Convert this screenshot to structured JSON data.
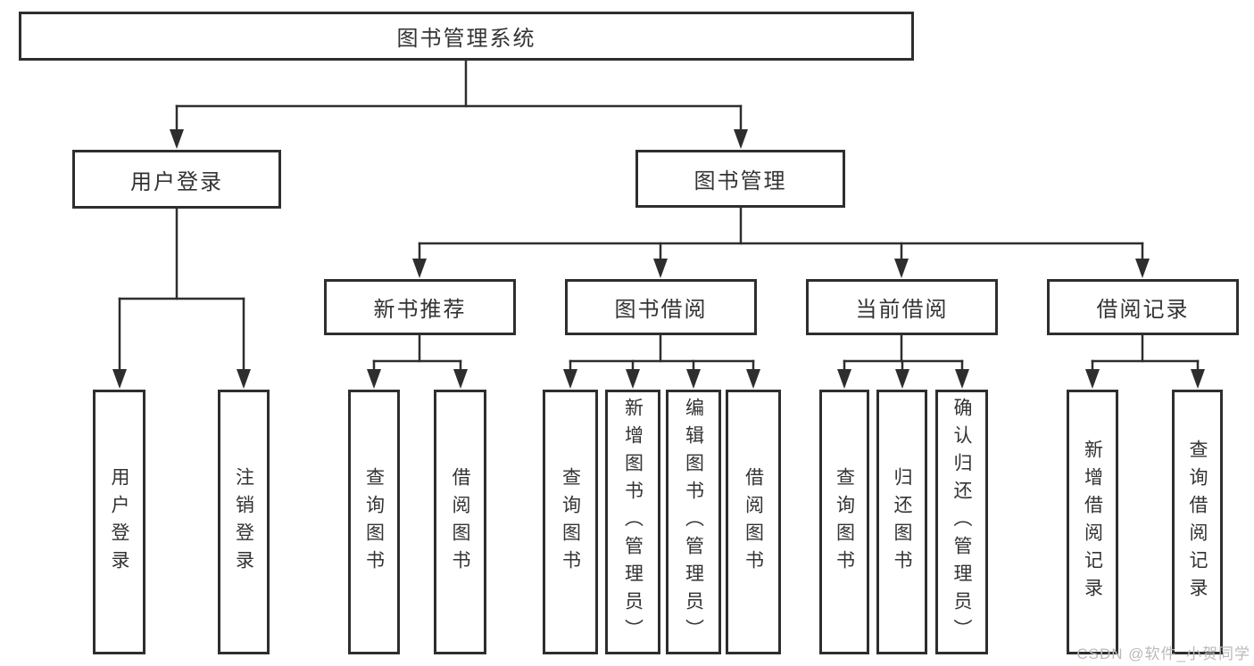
{
  "diagram": {
    "root": {
      "label": "图书管理系统"
    },
    "level2": [
      {
        "label": "用户登录",
        "children": [
          {
            "label": "用户登录"
          },
          {
            "label": "注销登录"
          }
        ]
      },
      {
        "label": "图书管理",
        "children": [
          {
            "label": "新书推荐",
            "children": [
              {
                "label": "查询图书"
              },
              {
                "label": "借阅图书"
              }
            ]
          },
          {
            "label": "图书借阅",
            "children": [
              {
                "label": "查询图书"
              },
              {
                "label": "新增图书（管理员）"
              },
              {
                "label": "编辑图书（管理员）"
              },
              {
                "label": "借阅图书"
              }
            ]
          },
          {
            "label": "当前借阅",
            "children": [
              {
                "label": "查询图书"
              },
              {
                "label": "归还图书"
              },
              {
                "label": "确认归还（管理员）"
              }
            ]
          },
          {
            "label": "借阅记录",
            "children": [
              {
                "label": "新增借阅记录"
              },
              {
                "label": "查询借阅记录"
              }
            ]
          }
        ]
      }
    ]
  },
  "watermark": {
    "text": "CSDN @软件_小贺同学"
  },
  "colors": {
    "background": "#ffffff",
    "box_fill": "#ffffff",
    "box_border": "#2e2e2e",
    "line": "#2e2e2e",
    "text": "#333333",
    "watermark": "#b7babd"
  }
}
